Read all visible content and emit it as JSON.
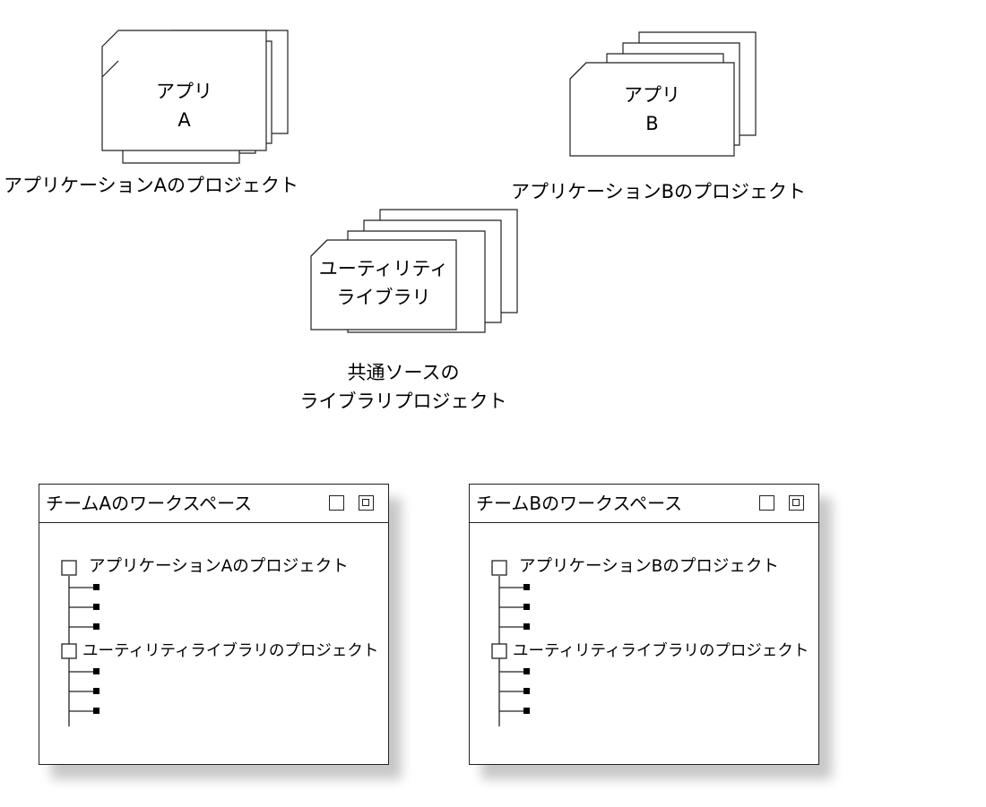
{
  "documents": {
    "app_a": {
      "lines": [
        "アプリ",
        "A"
      ],
      "caption": "アプリケーションAのプロジェクト"
    },
    "app_b": {
      "lines": [
        "アプリ",
        "B"
      ],
      "caption": "アプリケーションBのプロジェクト"
    },
    "utility": {
      "lines": [
        "ユーティリティ",
        "ライブラリ"
      ],
      "caption_lines": [
        "共通ソースの",
        "ライブラリプロジェクト"
      ]
    }
  },
  "workspaces": [
    {
      "title": "チームAのワークスペース",
      "tree": [
        {
          "label": "アプリケーションAのプロジェクト"
        },
        {
          "label": "ユーティリティライブラリのプロジェクト"
        }
      ]
    },
    {
      "title": "チームBのワークスペース",
      "tree": [
        {
          "label": "アプリケーションBのプロジェクト"
        },
        {
          "label": "ユーティリティライブラリのプロジェクト"
        }
      ]
    }
  ]
}
